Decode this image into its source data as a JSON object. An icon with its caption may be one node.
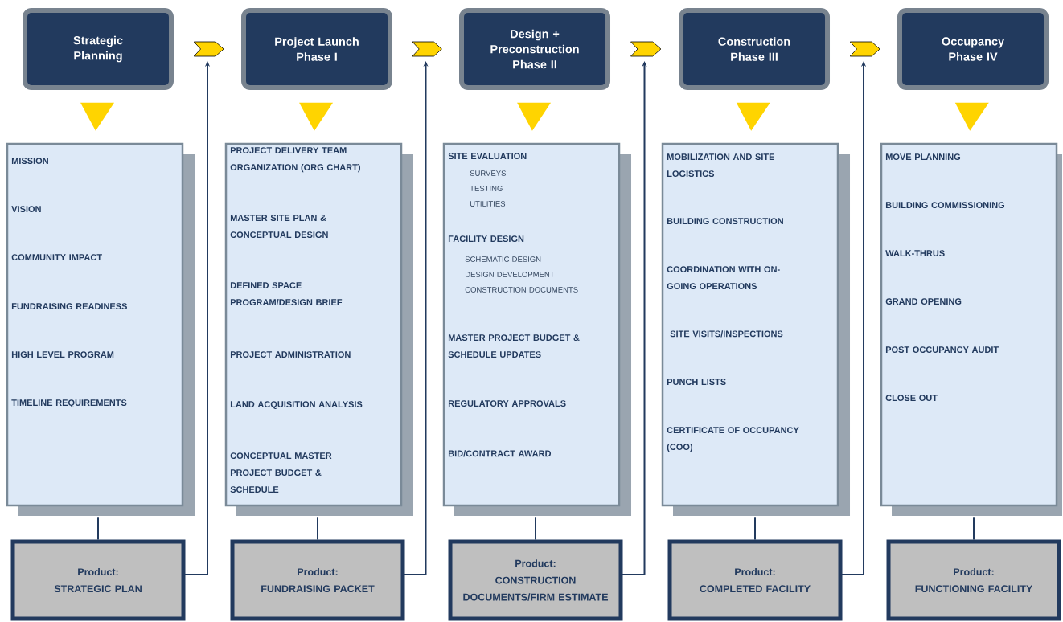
{
  "diagram": {
    "nodes": [
      {
        "text": [
          "Strategic Planning"
        ]
      },
      {
        "text": [
          "MISSION",
          "VISION",
          "COMMUNITY IMPACT",
          "FUNDRAISING READINESS",
          "HIGH LEVEL PROGRAM",
          "TIMELINE REQUIREMENTS"
        ]
      },
      {
        "text": [
          "Product:",
          "STRATEGIC PLAN"
        ]
      },
      {
        "text": [
          "Project Launch Phase I"
        ]
      },
      {
        "text": [
          "PROJECT DELIVERY TEAM ORGANIZATION (ORG CHART)",
          "MASTER SITE PLAN & CONCEPTUAL DESIGN",
          "DEFINED SPACE PROGRAM/DESIGN BRIEF",
          "PROJECT ADMINISTRATION",
          "LAND ACQUISITION ANALYSIS",
          "CONCEPTUAL MASTER PROJECT BUDGET & SCHEDULE"
        ]
      },
      {
        "text": [
          "Product:",
          "FUNDRAISING PACKET"
        ]
      },
      {
        "text": [
          "Design + Preconstruction Phase II"
        ]
      },
      {
        "text": [
          "SITE EVALUATION",
          "SURVEYS",
          "TESTING",
          "UTILITIES",
          "FACILITY DESIGN",
          "SCHEMATIC DESIGN",
          "DESIGN DEVELOPMENT",
          "CONSTRUCTION DOCUMENTS",
          "MASTER PROJECT BUDGET & SCHEDULE UPDATES",
          "REGULATORY  APPROVALS",
          "BID/CONTRACT AWARD"
        ]
      },
      {
        "text": [
          "Product:",
          "CONSTRUCTION DOCUMENTS/FIRM ESTIMATE"
        ]
      },
      {
        "text": [
          "Construction Phase III"
        ]
      },
      {
        "text": [
          "MOBILIZATION AND SITE LOGISTICS",
          "BUILDING CONSTRUCTION",
          "COORDINATION WITH ON-GOING OPERATIONS",
          "SITE VISITS/INSPECTIONS",
          "PUNCH LISTS",
          "CERTIFICATE OF OCCUPANCY (COO)"
        ]
      },
      {
        "text": [
          "Product:",
          "COMPLETED FACILITY"
        ]
      },
      {
        "text": [
          "Occupancy Phase IV"
        ]
      },
      {
        "text": [
          "MOVE PLANNING",
          "BUILDING COMMISSIONING",
          "WALK-THRUS",
          "GRAND OPENING",
          "POST OCCUPANCY AUDIT",
          "CLOSE OUT"
        ]
      },
      {
        "text": [
          "Product:",
          "FUNCTIONING FACILITY"
        ]
      }
    ],
    "edges": [
      {
        "from": 0,
        "to": 1,
        "arrow": "to"
      },
      {
        "from": 1,
        "to": 2,
        "arrow": "none"
      },
      {
        "from": 0,
        "to": 3,
        "arrow": "to"
      },
      {
        "from": 2,
        "to": null,
        "arrow": "to"
      },
      {
        "from": 3,
        "to": 4,
        "arrow": "to"
      },
      {
        "from": 4,
        "to": 5,
        "arrow": "none"
      },
      {
        "from": 3,
        "to": 6,
        "arrow": "to"
      },
      {
        "from": 5,
        "to": null,
        "arrow": "to"
      },
      {
        "from": 6,
        "to": 7,
        "arrow": "to"
      },
      {
        "from": 7,
        "to": 8,
        "arrow": "none"
      },
      {
        "from": 6,
        "to": 9,
        "arrow": "to"
      },
      {
        "from": 8,
        "to": null,
        "arrow": "to"
      },
      {
        "from": 9,
        "to": 10,
        "arrow": "to"
      },
      {
        "from": 10,
        "to": 11,
        "arrow": "none"
      },
      {
        "from": 9,
        "to": 12,
        "arrow": "to"
      },
      {
        "from": 11,
        "to": null,
        "arrow": "to"
      },
      {
        "from": 12,
        "to": 13,
        "arrow": "to"
      },
      {
        "from": 13,
        "to": 14,
        "arrow": "none"
      }
    ]
  }
}
